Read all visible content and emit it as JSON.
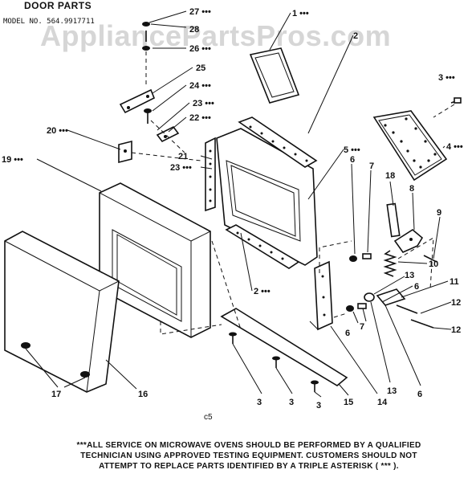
{
  "header": {
    "title": "DOOR PARTS",
    "model": "MODEL NO. 564.9917711"
  },
  "watermark": "AppliancePartsPros.com",
  "callouts": [
    {
      "id": "c27",
      "text": "27 •••"
    },
    {
      "id": "c28",
      "text": "28"
    },
    {
      "id": "c26",
      "text": "26 •••"
    },
    {
      "id": "c25",
      "text": "25"
    },
    {
      "id": "c24",
      "text": "24 •••"
    },
    {
      "id": "c23a",
      "text": "23 •••"
    },
    {
      "id": "c22",
      "text": "22 •••"
    },
    {
      "id": "c20",
      "text": "20 •••"
    },
    {
      "id": "c21",
      "text": "21"
    },
    {
      "id": "c23b",
      "text": "23 •••"
    },
    {
      "id": "c19",
      "text": "19 •••"
    },
    {
      "id": "c1",
      "text": "1 •••"
    },
    {
      "id": "c2top",
      "text": "2"
    },
    {
      "id": "c3top",
      "text": "3 •••"
    },
    {
      "id": "c4",
      "text": "4 •••"
    },
    {
      "id": "c5",
      "text": "5 •••"
    },
    {
      "id": "c6a",
      "text": "6"
    },
    {
      "id": "c7a",
      "text": "7"
    },
    {
      "id": "c18",
      "text": "18"
    },
    {
      "id": "c8",
      "text": "8"
    },
    {
      "id": "c9",
      "text": "9"
    },
    {
      "id": "c10",
      "text": "10"
    },
    {
      "id": "c11",
      "text": "11"
    },
    {
      "id": "c12a",
      "text": "12"
    },
    {
      "id": "c12b",
      "text": "12"
    },
    {
      "id": "c13a",
      "text": "13"
    },
    {
      "id": "c6b",
      "text": "6"
    },
    {
      "id": "c7b",
      "text": "7"
    },
    {
      "id": "c6c",
      "text": "6"
    },
    {
      "id": "c6d",
      "text": "6"
    },
    {
      "id": "c13b",
      "text": "13"
    },
    {
      "id": "c14",
      "text": "14"
    },
    {
      "id": "c15",
      "text": "15"
    },
    {
      "id": "c2mid",
      "text": "2 •••"
    },
    {
      "id": "c3a",
      "text": "3"
    },
    {
      "id": "c3b",
      "text": "3"
    },
    {
      "id": "c3c",
      "text": "3"
    },
    {
      "id": "c16",
      "text": "16"
    },
    {
      "id": "c17",
      "text": "17"
    },
    {
      "id": "c5b",
      "text": "c5"
    }
  ],
  "footnote": {
    "line1": "***ALL SERVICE ON MICROWAVE OVENS SHOULD BE PERFORMED BY A QUALIFIED",
    "line2": "TECHNICIAN USING APPROVED TESTING EQUIPMENT. CUSTOMERS SHOULD NOT",
    "line3": "ATTEMPT TO REPLACE PARTS IDENTIFIED BY A TRIPLE ASTERISK ( *** )."
  }
}
